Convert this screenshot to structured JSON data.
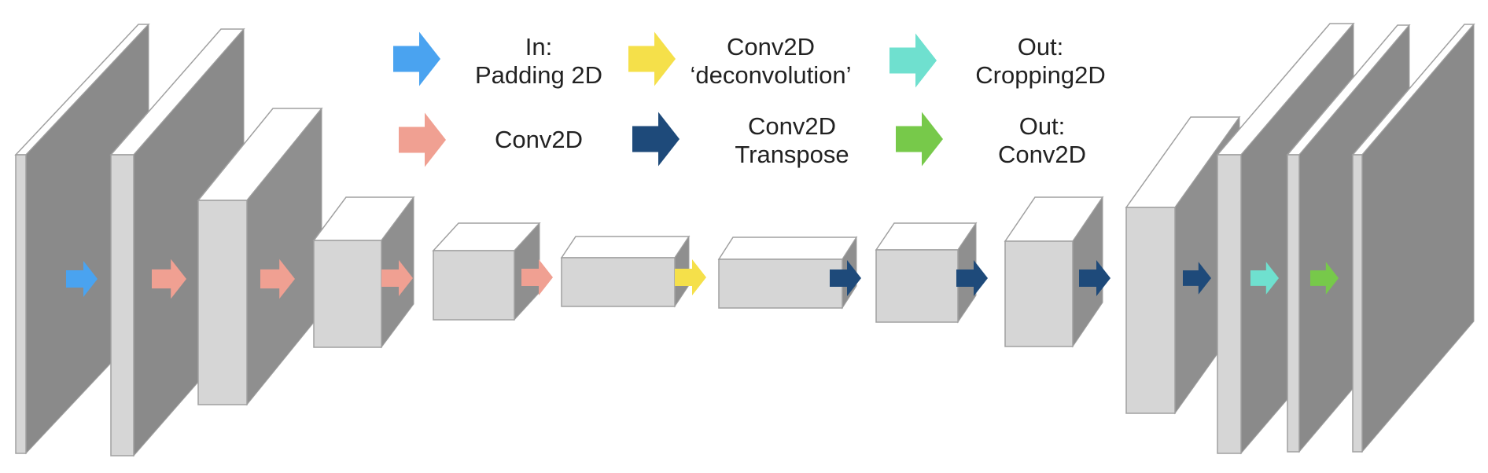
{
  "colors": {
    "face": "#d6d6d6",
    "side": "#8f8f8f",
    "top": "#ffffff",
    "edge": "#a0a0a0",
    "sheet_side": "#8a8a8a"
  },
  "legend": [
    {
      "id": "padding",
      "color": "#4aa3f0",
      "lines": [
        "In:",
        "Padding 2D"
      ]
    },
    {
      "id": "deconv",
      "color": "#f5e04a",
      "lines": [
        "Conv2D",
        "‘deconvolution’"
      ]
    },
    {
      "id": "cropping",
      "color": "#6fe0cf",
      "lines": [
        "Out:",
        "Cropping2D"
      ]
    },
    {
      "id": "conv",
      "color": "#f0a092",
      "lines": [
        "Conv2D"
      ]
    },
    {
      "id": "transpose",
      "color": "#1e4a7a",
      "lines": [
        "Conv2D",
        "Transpose"
      ]
    },
    {
      "id": "outconv",
      "color": "#77c94a",
      "lines": [
        "Out:",
        "Conv2D"
      ]
    }
  ],
  "layers": [
    {
      "id": "input",
      "shape": "sheet"
    },
    {
      "id": "padded",
      "shape": "sheet"
    },
    {
      "id": "enc1",
      "shape": "block"
    },
    {
      "id": "enc2",
      "shape": "block"
    },
    {
      "id": "enc3",
      "shape": "block"
    },
    {
      "id": "bottleneck",
      "shape": "block"
    },
    {
      "id": "deconv",
      "shape": "block"
    },
    {
      "id": "dec1",
      "shape": "block"
    },
    {
      "id": "dec2",
      "shape": "block"
    },
    {
      "id": "dec3",
      "shape": "block"
    },
    {
      "id": "dec4",
      "shape": "sheet"
    },
    {
      "id": "cropped",
      "shape": "sheet"
    },
    {
      "id": "output",
      "shape": "sheet"
    }
  ],
  "transitions": [
    "padding",
    "conv",
    "conv",
    "conv",
    "conv",
    "deconv",
    "transpose",
    "transpose",
    "transpose",
    "transpose",
    "cropping",
    "outconv"
  ]
}
